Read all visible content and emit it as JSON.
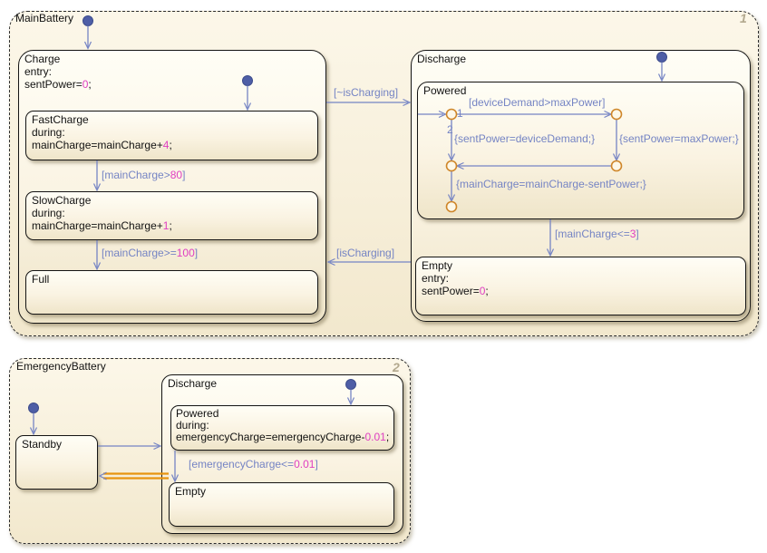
{
  "colors": {
    "transition_blue": "#7584c4",
    "literal_magenta": "#df3fc1",
    "junction_orange": "#cf8629",
    "highlight_orange": "#e8940f",
    "initial_dot_blue": "#4e5ea6",
    "state_fill_cream": "#f7efda",
    "state_border": "#141414",
    "badge_gray": "#b3a98f"
  },
  "mb": {
    "title": "MainBattery",
    "badge": "1",
    "charge": {
      "title": "Charge",
      "l1": "entry:",
      "l2a": "sentPower=",
      "l2b": "0",
      "l2c": ";"
    },
    "fast": {
      "title": "FastCharge",
      "l1": "during:",
      "l2a": "mainCharge=mainCharge+",
      "l2b": "4",
      "l2c": ";"
    },
    "slow": {
      "title": "SlowCharge",
      "l1": "during:",
      "l2a": "mainCharge=mainCharge+",
      "l2b": "1",
      "l2c": ";"
    },
    "full": {
      "title": "Full"
    },
    "discharge": {
      "title": "Discharge"
    },
    "powered": {
      "title": "Powered"
    },
    "empty": {
      "title": "Empty",
      "l1": "entry:",
      "l2a": "sentPower=",
      "l2b": "0",
      "l2c": ";"
    },
    "t": {
      "not_charging": "[~isCharging]",
      "is_charging": "[isCharging]",
      "fast_slow": {
        "pre": "[mainCharge>",
        "num": "80",
        "post": "]"
      },
      "slow_full": {
        "pre": "[mainCharge>=",
        "num": "100",
        "post": "]"
      },
      "to_empty": {
        "pre": "[mainCharge<=",
        "num": "3",
        "post": "]"
      },
      "device_demand": "[deviceDemand>maxPower]",
      "sent_device": "{sentPower=deviceDemand;}",
      "sent_max": "{sentPower=maxPower;}",
      "main_minus": "{mainCharge=mainCharge-sentPower;}",
      "alt1": "1",
      "alt2": "2"
    }
  },
  "eb": {
    "title": "EmergencyBattery",
    "badge": "2",
    "standby": {
      "title": "Standby"
    },
    "discharge": {
      "title": "Discharge"
    },
    "powered": {
      "title": "Powered",
      "l1": "during:",
      "l2a": "emergencyCharge=emergencyCharge-",
      "l2b": "0.01",
      "l2c": ";"
    },
    "empty": {
      "title": "Empty"
    },
    "t": {
      "to_empty": {
        "pre": "[emergencyCharge<=",
        "num": "0.01",
        "post": "]"
      }
    }
  }
}
